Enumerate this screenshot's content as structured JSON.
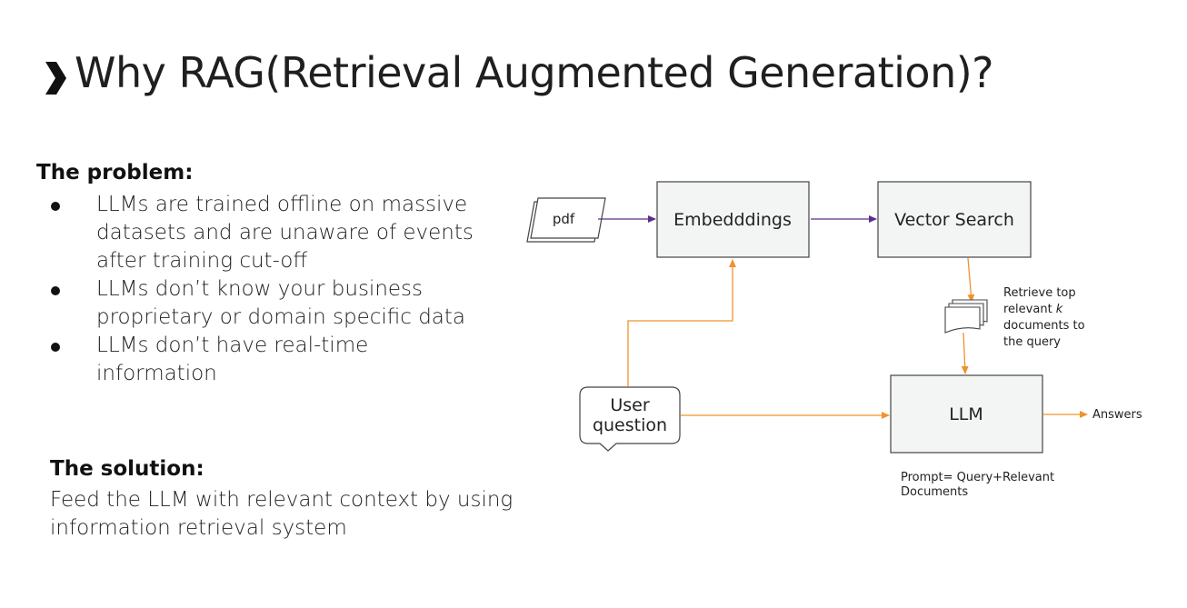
{
  "title": "Why RAG(Retrieval Augmented Generation)?",
  "problem": {
    "heading": "The problem:",
    "bullets": [
      "LLMs are trained offline on massive datasets and are unaware of events after training cut-off",
      "LLMs don’t know your business proprietary or domain specific data",
      "LLMs don’t have real-time information"
    ]
  },
  "solution": {
    "heading": "The solution:",
    "text": "Feed the LLM with relevant context by using information retrieval system"
  },
  "diagram": {
    "pdf": "pdf",
    "embeddings": "Embedddings",
    "vector_search": "Vector Search",
    "retrieve_line1": "Retrieve top",
    "retrieve_line2_prefix": "relevant ",
    "retrieve_line2_k": "k",
    "retrieve_line3": "documents to",
    "retrieve_line4": "the query",
    "user_q_line1": "User",
    "user_q_line2": "question",
    "llm": "LLM",
    "answers": "Answers",
    "prompt_line1": "Prompt= Query+Relevant",
    "prompt_line2": "Documents",
    "colors": {
      "purple_arrow": "#5a2d8a",
      "orange_arrow": "#f0922e",
      "box_fill": "#f3f4f4",
      "box_stroke": "#444444"
    }
  }
}
